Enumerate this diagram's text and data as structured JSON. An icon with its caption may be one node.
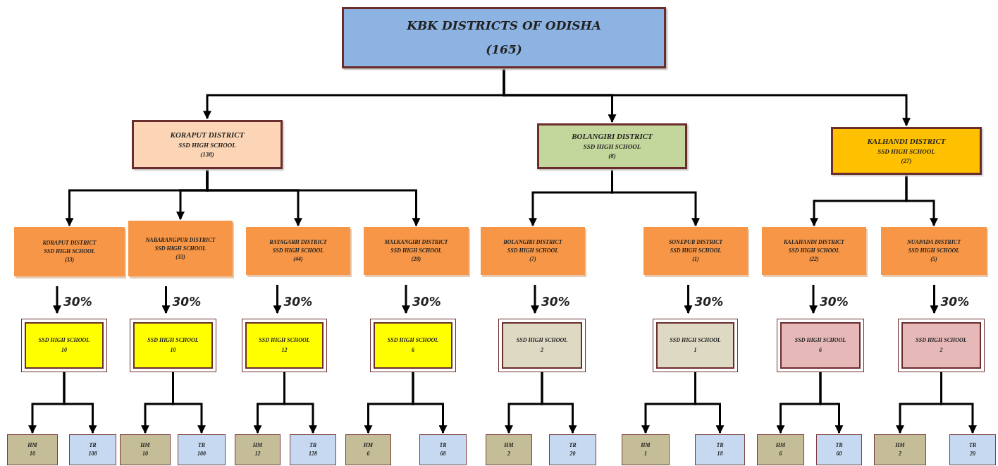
{
  "diagram": {
    "nodes": [
      {
        "text": [
          "KBK DISTRICTS OF ODISHA",
          "(165)"
        ]
      },
      {
        "text": [
          "KORAPUT DISTRICT",
          "SSD HIGH SCHOOL",
          "(138)"
        ]
      },
      {
        "text": [
          "BOLANGIRI DISTRICT",
          "SSD HIGH SCHOOL",
          "(8)"
        ]
      },
      {
        "text": [
          "KALHANDI DISTRICT",
          "SSD HIGH SCHOOL",
          "(27)"
        ]
      },
      {
        "text": [
          "KORAPUT DISTRICT",
          "SSD HIGH SCHOOL",
          "(33)"
        ]
      },
      {
        "text": [
          "NABARANGPUR DISTRICT",
          "SSD HIGH SCHOOL",
          "(33)"
        ]
      },
      {
        "text": [
          "RAYAGARH DISTRICT",
          "SSD HIGH SCHOOL",
          "(44)"
        ]
      },
      {
        "text": [
          "MALKANGIRI DISTRICT",
          "SSD HIGH SCHOOL",
          "(28)"
        ]
      },
      {
        "text": [
          "BOLANGIRI DISTRICT",
          "SSD HIGH SCHOOL",
          "(7)"
        ]
      },
      {
        "text": [
          "SONEPUR DISTRICT",
          "SSD HIGH SCHOOL",
          "(1)"
        ]
      },
      {
        "text": [
          "KALAHANDI DISTRICT",
          "SSD HIGH SCHOOL",
          "(22)"
        ]
      },
      {
        "text": [
          "NUAPADA DISTRICT",
          "SSD HIGH SCHOOL",
          "(5)"
        ]
      },
      {
        "text": [
          "SSD HIGH SCHOOL",
          "10"
        ]
      },
      {
        "text": [
          "SSD HIGH SCHOOL",
          "10"
        ]
      },
      {
        "text": [
          "SSD HIGH SCHOOL",
          "12"
        ]
      },
      {
        "text": [
          "SSD HIGH SCHOOL",
          "6"
        ]
      },
      {
        "text": [
          "SSD HIGH SCHOOL",
          "2"
        ]
      },
      {
        "text": [
          "SSD HIGH SCHOOL",
          "1"
        ]
      },
      {
        "text": [
          "SSD HIGH SCHOOL",
          "6"
        ]
      },
      {
        "text": [
          "SSD HIGH SCHOOL",
          "2"
        ]
      },
      {
        "text": [
          "HM",
          "10"
        ]
      },
      {
        "text": [
          "TR",
          "108"
        ]
      },
      {
        "text": [
          "HM",
          "10"
        ]
      },
      {
        "text": [
          "TR",
          "100"
        ]
      },
      {
        "text": [
          "HM",
          "12"
        ]
      },
      {
        "text": [
          "TR",
          "128"
        ]
      },
      {
        "text": [
          "HM",
          "6"
        ]
      },
      {
        "text": [
          "TR",
          "68"
        ]
      },
      {
        "text": [
          "HM",
          "2"
        ]
      },
      {
        "text": [
          "TR",
          "20"
        ]
      },
      {
        "text": [
          "HM",
          "1"
        ]
      },
      {
        "text": [
          "TR",
          "18"
        ]
      },
      {
        "text": [
          "HM",
          "6"
        ]
      },
      {
        "text": [
          "TR",
          "60"
        ]
      },
      {
        "text": [
          "HM",
          "2"
        ]
      },
      {
        "text": [
          "TR",
          "20"
        ]
      }
    ],
    "edges": [
      {
        "from": 0,
        "to": 1,
        "arrow": "to"
      },
      {
        "from": 0,
        "to": 2,
        "arrow": "to"
      },
      {
        "from": 0,
        "to": 3,
        "arrow": "to"
      },
      {
        "from": 1,
        "to": 4,
        "arrow": "to"
      },
      {
        "from": 1,
        "to": 5,
        "arrow": "to"
      },
      {
        "from": 1,
        "to": 6,
        "arrow": "to"
      },
      {
        "from": 1,
        "to": 7,
        "arrow": "to"
      },
      {
        "from": 2,
        "to": 8,
        "arrow": "to"
      },
      {
        "from": 2,
        "to": 9,
        "arrow": "to"
      },
      {
        "from": 3,
        "to": 10,
        "arrow": "to"
      },
      {
        "from": 3,
        "to": 11,
        "arrow": "to"
      },
      {
        "from": 4,
        "to": 12,
        "arrow": "to",
        "label": "30%"
      },
      {
        "from": 5,
        "to": 13,
        "arrow": "to",
        "label": "30%"
      },
      {
        "from": 6,
        "to": 14,
        "arrow": "to",
        "label": "30%"
      },
      {
        "from": 7,
        "to": 15,
        "arrow": "to",
        "label": "30%"
      },
      {
        "from": 8,
        "to": 16,
        "arrow": "to",
        "label": "30%"
      },
      {
        "from": 9,
        "to": 17,
        "arrow": "to",
        "label": "30%"
      },
      {
        "from": 10,
        "to": 18,
        "arrow": "to",
        "label": "30%"
      },
      {
        "from": 11,
        "to": 19,
        "arrow": "to",
        "label": "30%"
      },
      {
        "from": 12,
        "to": 20,
        "arrow": "to"
      },
      {
        "from": 12,
        "to": 21,
        "arrow": "to"
      },
      {
        "from": 13,
        "to": 22,
        "arrow": "to"
      },
      {
        "from": 13,
        "to": 23,
        "arrow": "to"
      },
      {
        "from": 14,
        "to": 24,
        "arrow": "to"
      },
      {
        "from": 14,
        "to": 25,
        "arrow": "to"
      },
      {
        "from": 15,
        "to": 26,
        "arrow": "to"
      },
      {
        "from": 15,
        "to": 27,
        "arrow": "to"
      },
      {
        "from": 16,
        "to": 28,
        "arrow": "to"
      },
      {
        "from": 16,
        "to": 29,
        "arrow": "to"
      },
      {
        "from": 17,
        "to": 30,
        "arrow": "to"
      },
      {
        "from": 17,
        "to": 31,
        "arrow": "to"
      },
      {
        "from": 18,
        "to": 32,
        "arrow": "to"
      },
      {
        "from": 18,
        "to": 33,
        "arrow": "to"
      },
      {
        "from": 19,
        "to": 34,
        "arrow": "to"
      },
      {
        "from": 19,
        "to": 35,
        "arrow": "to"
      }
    ]
  }
}
